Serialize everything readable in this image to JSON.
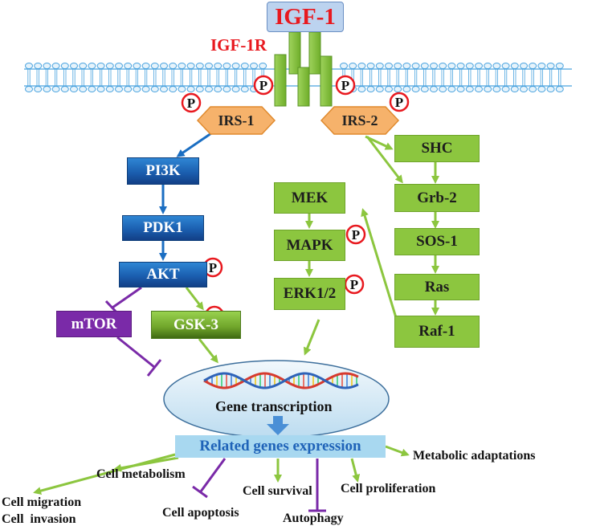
{
  "ligand": "IGF-1",
  "receptor": "IGF-1R",
  "phospho_symbol": "P",
  "adaptors": {
    "left": "IRS-1",
    "right": "IRS-2"
  },
  "pi3k_pathway": [
    "PI3K",
    "PDK1",
    "AKT"
  ],
  "akt_targets": {
    "inhibited": "mTOR",
    "activated": "GSK-3"
  },
  "mapk_cascade": [
    "MEK",
    "MAPK",
    "ERK1/2"
  ],
  "ras_pathway": [
    "SHC",
    "Grb-2",
    "SOS-1",
    "Ras",
    "Raf-1"
  ],
  "nucleus": {
    "gene_label": "Gene transcription",
    "expression_label": "Related genes expression"
  },
  "outcomes": {
    "cell_metabolism": "Cell metabolism",
    "cell_migration": "Cell migration",
    "cell_invasion": "Cell  invasion",
    "cell_apoptosis": "Cell apoptosis",
    "cell_survival": "Cell survival",
    "autophagy": "Autophagy",
    "cell_proliferation": "Cell proliferation",
    "metabolic_adaptations": "Metabolic adaptations"
  },
  "colors": {
    "ligand_text": "#e8191f",
    "pi3k_blue": "#1b5fb0",
    "mapk_green": "#8cc63f",
    "mtor_purple": "#7a2aa8",
    "inhibition_purple": "#7a2aa8",
    "arrow_green": "#8cc63f",
    "arrow_blue": "#1b6ec2",
    "membrane_blue": "#4aa3df",
    "adaptor_orange": "#f6b26b"
  }
}
